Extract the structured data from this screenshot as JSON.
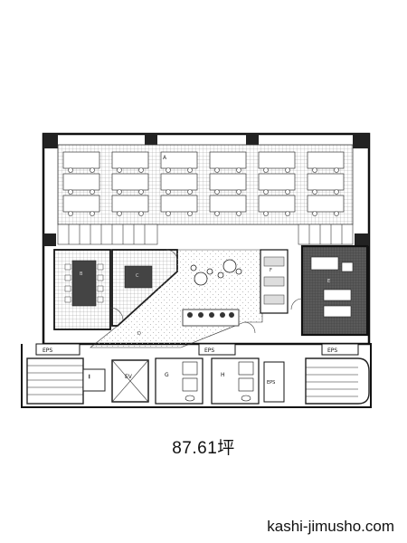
{
  "floor_area": "87.61坪",
  "site": "kashi-jimusho.com",
  "rooms": {
    "room_a": "A",
    "room_b": "B",
    "room_c": "C",
    "room_d": "D",
    "room_e": "E",
    "room_f": "F",
    "room_g": "G",
    "room_h": "H",
    "room_i": "I",
    "ev": "EV",
    "eps": "EPS"
  }
}
